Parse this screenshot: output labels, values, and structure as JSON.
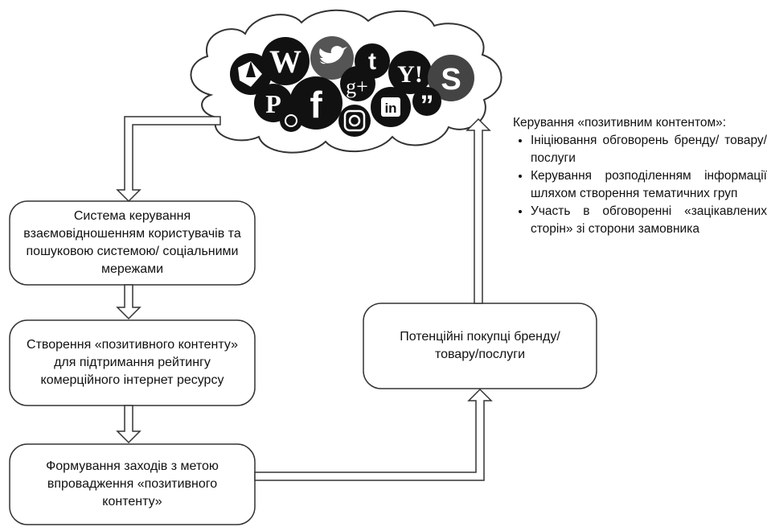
{
  "diagram": {
    "boxes": [
      {
        "id": "crm",
        "text": "Система керування взаємовідношенням користувачів та пошуковою системою/ соціальними мережами"
      },
      {
        "id": "create",
        "text": "Створення «позитивного контенту» для підтримання рейтингу комерційного інтернет ресурсу"
      },
      {
        "id": "measures",
        "text": "Формування заходів з метою впровадження «позитивного контенту»"
      },
      {
        "id": "buyers",
        "text": "Потенційні покупці бренду/ товару/послуги"
      }
    ],
    "cloud_icons": [
      "picasa-icon",
      "wordpress-icon",
      "twitter-icon",
      "tumblr-icon",
      "yahoo-icon",
      "skype-icon",
      "pinterest-icon",
      "facebook-icon",
      "google-plus-icon",
      "linkedin-icon",
      "quote-icon",
      "whatsapp-icon",
      "instagram-icon"
    ],
    "management": {
      "title": "Керування «позитивним контентом»:",
      "items": [
        "Ініціювання обговорень бренду/ товару/послуги",
        "Керування розподіленням інформації шляхом створення тематичних груп",
        "Участь в обговоренні «зацікавлених сторін» зі сторони замовника"
      ]
    }
  }
}
